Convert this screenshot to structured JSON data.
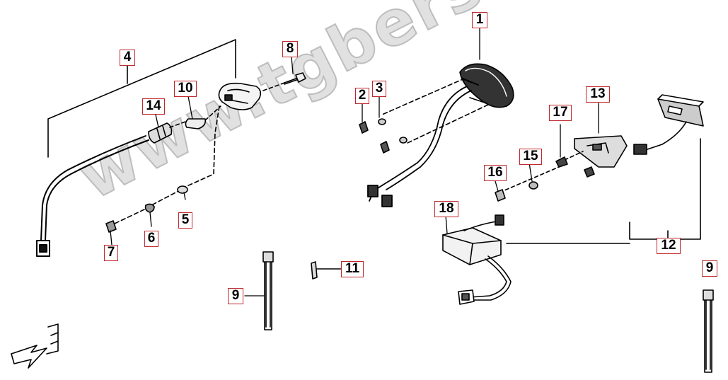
{
  "watermark": "www.tgbersatzteile.de",
  "callouts": {
    "c1": "1",
    "c2": "2",
    "c3": "3",
    "c4": "4",
    "c5": "5",
    "c6": "6",
    "c7": "7",
    "c8": "8",
    "c9a": "9",
    "c9b": "9",
    "c10": "10",
    "c11": "11",
    "c12": "12",
    "c13": "13",
    "c14": "14",
    "c15": "15",
    "c16": "16",
    "c17": "17",
    "c18": "18"
  },
  "colors": {
    "callout_border": "#c0282d",
    "line": "#000000",
    "watermark": "#c8c8c8"
  }
}
